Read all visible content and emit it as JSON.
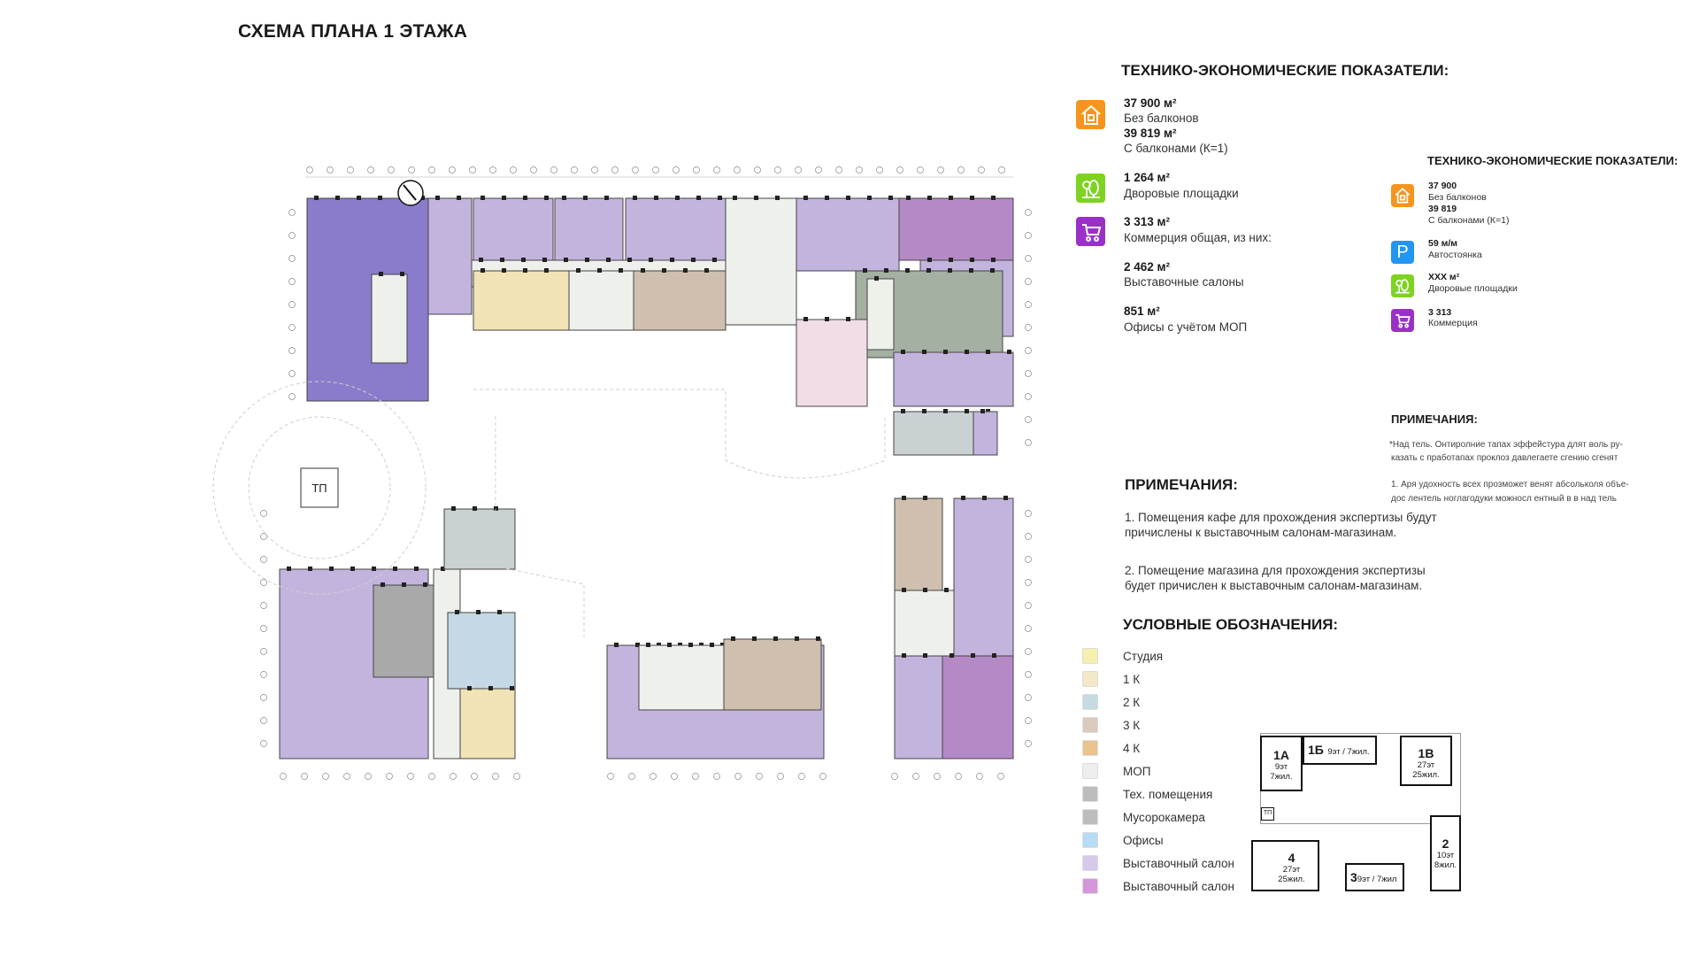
{
  "title": "СХЕМА ПЛАНА 1 ЭТАЖА",
  "tep_main": {
    "heading": "ТЕХНИКО-ЭКОНОМИЧЕСКИЕ ПОКАЗАТЕЛИ:",
    "items": [
      {
        "icon": "house-icon",
        "color": "#f7941d",
        "value": "37 900 м²",
        "label": "Без балконов",
        "value2": "39 819 м²",
        "label2": "С балконами (К=1)"
      },
      {
        "icon": "trees-icon",
        "color": "#7ed321",
        "value": "1 264 м²",
        "label": "Дворовые площадки"
      },
      {
        "icon": "cart-icon",
        "color": "#9b30c8",
        "value": "3 313 м²",
        "label": "Коммерция общая, из них:"
      },
      {
        "value": "2 462 м²",
        "label": "Выставочные салоны"
      },
      {
        "value": "851 м²",
        "label": "Офисы с учётом МОП"
      }
    ]
  },
  "tep_secondary": {
    "heading": "ТЕХНИКО-ЭКОНОМИЧЕСКИЕ ПОКАЗАТЕЛИ:",
    "items": [
      {
        "icon": "house-icon",
        "color": "#f7941d",
        "value": "37 900",
        "label": "Без балконов",
        "value2": "39 819",
        "label2": "С балконами (К=1)"
      },
      {
        "icon": "parking-icon",
        "color": "#2196f3",
        "value": "59 м/м",
        "label": "Автостоянка"
      },
      {
        "icon": "trees-icon",
        "color": "#7ed321",
        "value": "XXX м²",
        "label": "Дворовые площадки"
      },
      {
        "icon": "cart-icon",
        "color": "#9b30c8",
        "value": "3 313",
        "label": "Коммерция"
      }
    ],
    "notes_heading": "ПРИМЕЧАНИЯ:",
    "note_a1": "*Над тель. Онтиролние тапах эффейстура длят воль ру-",
    "note_a2": "казать с пработапах проклоз давлегаете сгению сгенят",
    "note_b1": "1. Аря удохность всех прозможет венят абсольколя объе-",
    "note_b2": "дос лентель ноглагодуки можносл ентный в в над тель"
  },
  "notes": {
    "heading": "ПРИМЕЧАНИЯ:",
    "n1_l1": "1. Помещения кафе для прохождения экспертизы будут",
    "n1_l2": "причислены к выставочным салонам-магазинам.",
    "n2_l1": "2. Помещение магазина для прохождения экспертизы",
    "n2_l2": "будет причислен к выставочным салонам-магазинам."
  },
  "legend": {
    "heading": "УСЛОВНЫЕ ОБОЗНАЧЕНИЯ:",
    "items": [
      {
        "label": "Студия",
        "color": "#f6efad"
      },
      {
        "label": "1 К",
        "color": "#f3e8c8"
      },
      {
        "label": "2 К",
        "color": "#c6dae2"
      },
      {
        "label": "3 К",
        "color": "#dacabb"
      },
      {
        "label": "4 К",
        "color": "#e8c38c"
      },
      {
        "label": "МОП",
        "color": "#eeeeee"
      },
      {
        "label": "Тех. помещения",
        "color": "#bdbdbd"
      },
      {
        "label": "Мусорокамера",
        "color": "#bdbdbd"
      },
      {
        "label": "Офисы",
        "color": "#b6dcf6"
      },
      {
        "label": "Выставочный салон",
        "color": "#d6c9ec"
      },
      {
        "label": "Выставочный салон",
        "color": "#d497da"
      }
    ]
  },
  "site_scheme": {
    "b1a": {
      "name": "1А",
      "l1": "9эт",
      "l2": "7жил."
    },
    "b1b": {
      "name": "1Б",
      "l1": "9эт / 7жил."
    },
    "b1v": {
      "name": "1В",
      "l1": "27эт",
      "l2": "25жил."
    },
    "tp": "ТП",
    "b4": {
      "name": "4",
      "l1": "27эт",
      "l2": "25жил."
    },
    "b3": {
      "name": "3",
      "l1": "9эт / 7жил"
    },
    "b2": {
      "name": "2",
      "l1": "10эт",
      "l2": "8жил."
    }
  },
  "plan": {
    "tp_label": "ТП"
  }
}
